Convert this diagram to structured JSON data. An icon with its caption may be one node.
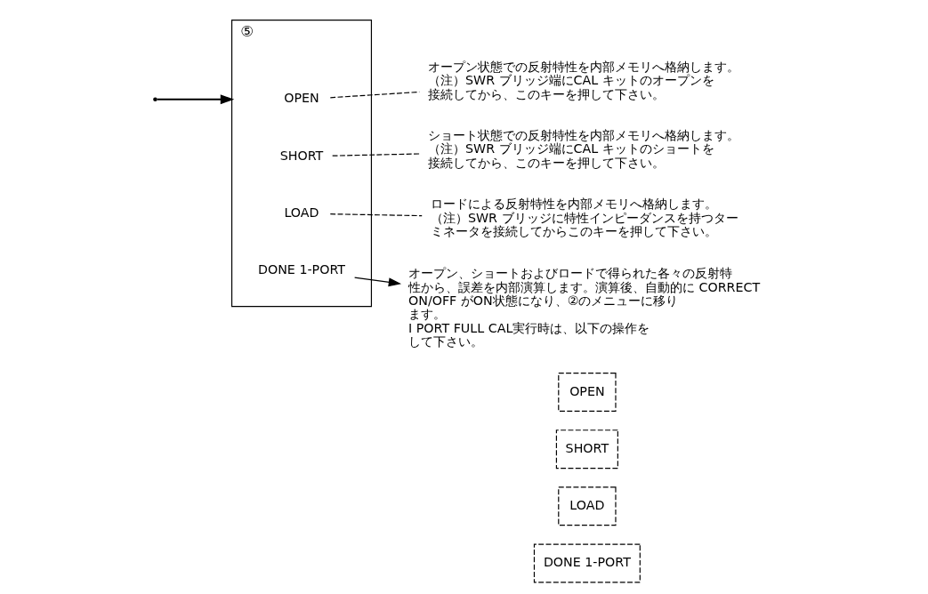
{
  "diagram": {
    "nodes": [
      {
        "text": [
          "⑤"
        ]
      },
      {
        "text": [
          "OPEN"
        ],
        "in": 0
      },
      {
        "text": [
          "SHORT"
        ],
        "in": 0
      },
      {
        "text": [
          "LOAD"
        ],
        "in": 0
      },
      {
        "text": [
          "DONE 1-PORT"
        ],
        "in": 0
      },
      {
        "text": [
          "オープン状態での反射特性を内部メモリへ格納します。",
          "（注）SWR ブリッジ端にCAL キットのオープンを接続してから、このキーを押して下さい。"
        ]
      },
      {
        "text": [
          "ショート状態での反射特性を内部メモリへ格納します。",
          "（注）SWR ブリッジ端にCAL キットのショートを接続してから、このキーを押して下さい。"
        ]
      },
      {
        "text": [
          "ロードによる反射特性を内部メモリへ格納します。",
          "（注）SWR ブリッジに特性インピーダンスを持つターミネータを接続してからこのキーを押して下さい。"
        ]
      },
      {
        "text": [
          "オープン、ショートおよびロードで得られた各々の反射特性から、誤差を内部演算します。演算後、自動的に CORRECT ON/OFF がON状態になり、②のメニューに移ります。",
          "I PORT FULL CAL実行時は、以下の操作をして下さい。"
        ]
      },
      {
        "text": [
          "OPEN"
        ]
      },
      {
        "text": [
          "SHORT"
        ]
      },
      {
        "text": [
          "LOAD"
        ]
      },
      {
        "text": [
          "DONE 1-PORT"
        ]
      }
    ],
    "edges": [
      {
        "from": null,
        "to": 0,
        "arrow": "to"
      },
      {
        "from": 1,
        "to": 5,
        "arrow": "none",
        "style": "dashed"
      },
      {
        "from": 2,
        "to": 6,
        "arrow": "none",
        "style": "dashed"
      },
      {
        "from": 3,
        "to": 7,
        "arrow": "none",
        "style": "dashed"
      },
      {
        "from": 4,
        "to": 8,
        "arrow": "to"
      }
    ]
  }
}
